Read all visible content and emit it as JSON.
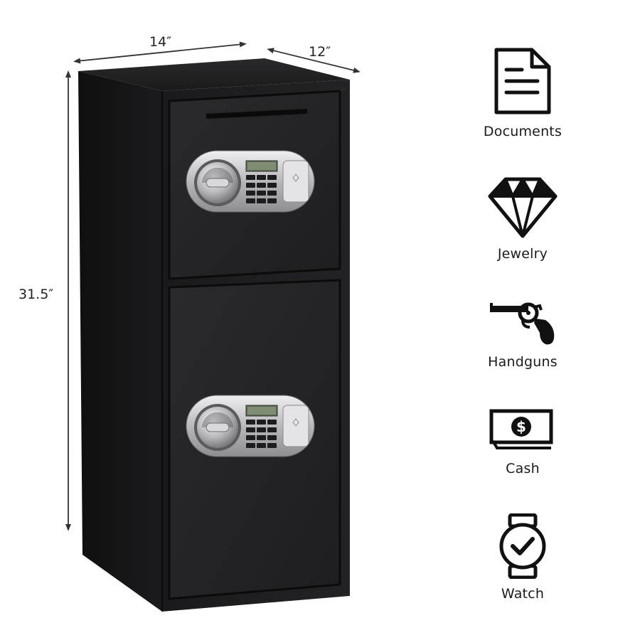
{
  "dimensions": {
    "width": "14″",
    "depth": "12″",
    "height": "31.5″"
  },
  "features": [
    {
      "icon": "document-icon",
      "label": "Documents"
    },
    {
      "icon": "diamond-icon",
      "label": "Jewelry"
    },
    {
      "icon": "handgun-icon",
      "label": "Handguns"
    },
    {
      "icon": "cash-icon",
      "label": "Cash"
    },
    {
      "icon": "watch-icon",
      "label": "Watch"
    }
  ],
  "colors": {
    "safe_body": "#1c1c1e",
    "safe_door": "#242426",
    "keypad_silver": "#c9c9cc",
    "icon_stroke": "#111111"
  }
}
